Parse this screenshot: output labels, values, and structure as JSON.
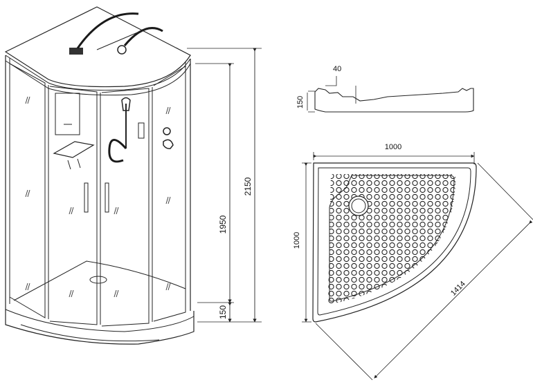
{
  "dimensions": {
    "total_height": "2150",
    "cabin_height": "1950",
    "tray_height_front": "150",
    "tray_height_profile": "150",
    "tray_step": "40",
    "tray_width_top": "1000",
    "tray_width_left": "1000",
    "tray_diagonal": "1414"
  },
  "colors": {
    "line": "#222222",
    "background": "#ffffff",
    "cable": "#1a1a1a"
  }
}
